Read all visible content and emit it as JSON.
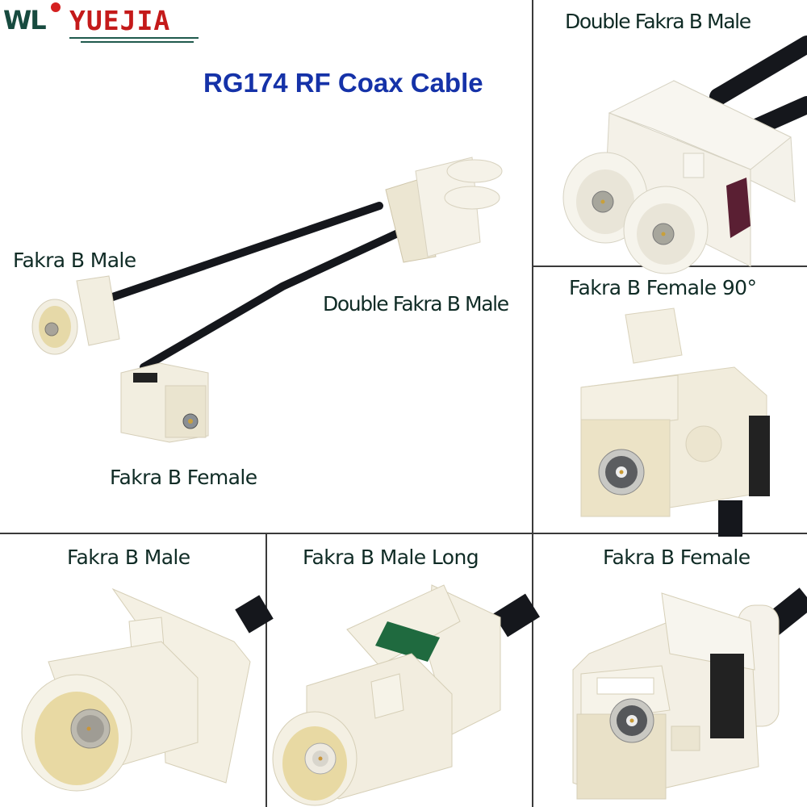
{
  "brand": {
    "logo_left": "WL",
    "logo_right": "YUEJIA",
    "colors": {
      "logo_green": "#174a3f",
      "logo_red": "#c41a1a"
    }
  },
  "headline": {
    "text": "RG174 RF Coax Cable",
    "color": "#1532a8"
  },
  "main_panel": {
    "labels": {
      "male": "Fakra B Male",
      "double_male": "Double Fakra B Male",
      "female": "Fakra B Female"
    }
  },
  "panels": [
    {
      "id": "double-male",
      "label": "Double Fakra B Male"
    },
    {
      "id": "female-90",
      "label": "Fakra B Female 90°"
    },
    {
      "id": "male",
      "label": "Fakra B Male"
    },
    {
      "id": "male-long",
      "label": "Fakra B Male Long"
    },
    {
      "id": "female",
      "label": "Fakra B Female"
    }
  ],
  "colors": {
    "connector_body": "#f2eee0",
    "connector_inner": "#e6d9a8",
    "cable": "#15171c",
    "latch_purple": "#5a1f33",
    "latch_green": "#1f6a3f",
    "divider": "#3a3a3a",
    "label_text": "#0f2b25"
  }
}
